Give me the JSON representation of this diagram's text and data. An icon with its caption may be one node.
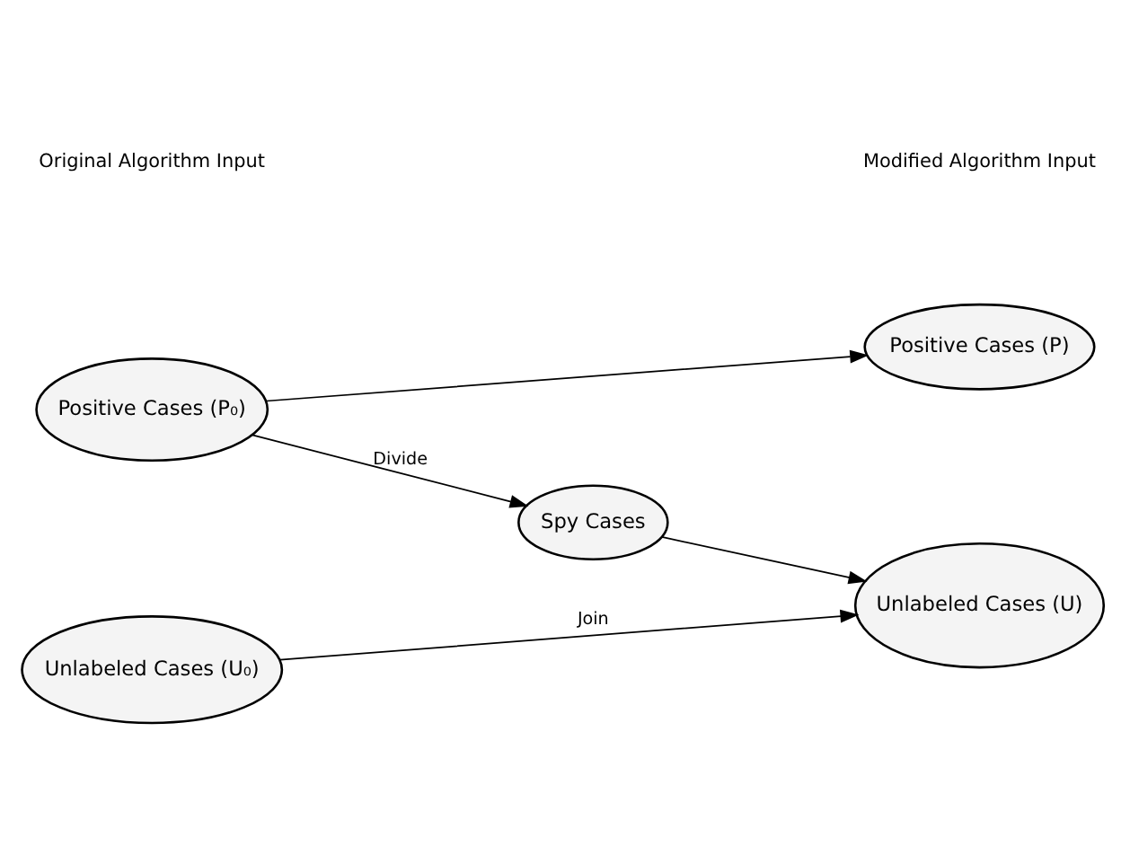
{
  "diagram": {
    "nodes": [
      {
        "text": [
          "Positive Cases (P₀)"
        ]
      },
      {
        "text": [
          "Positive Cases (P)"
        ]
      },
      {
        "text": [
          "Spy Cases"
        ]
      },
      {
        "text": [
          "Unlabeled Cases (U₀)"
        ]
      },
      {
        "text": [
          "Unlabeled Cases (U)"
        ]
      }
    ],
    "edges": [
      {
        "from": 0,
        "to": 1,
        "arrow": "to"
      },
      {
        "from": 0,
        "to": 2,
        "arrow": "to",
        "label": "Divide"
      },
      {
        "from": 2,
        "to": 4,
        "arrow": "to"
      },
      {
        "from": 3,
        "to": 4,
        "arrow": "to",
        "label": "Join"
      }
    ],
    "labels": [
      "Original Algorithm Input",
      "Modified Algorithm Input"
    ]
  }
}
